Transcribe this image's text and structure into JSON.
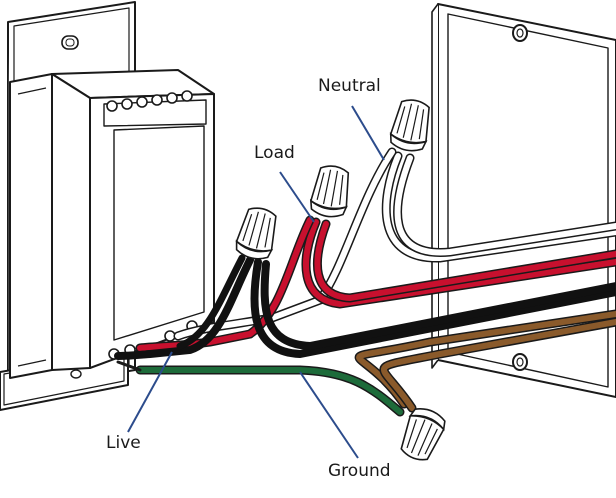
{
  "labels": {
    "neutral": "Neutral",
    "load": "Load",
    "live": "Live",
    "ground": "Ground"
  },
  "colors": {
    "outline": "#1a1a1a",
    "live_wire": "#111111",
    "load_wire": "#c8102e",
    "neutral_wire": "#ffffff",
    "ground_wire": "#1d6b3a",
    "ground_wire_bare": "#8a5a2b",
    "pointer_line": "#2c4c8c"
  }
}
